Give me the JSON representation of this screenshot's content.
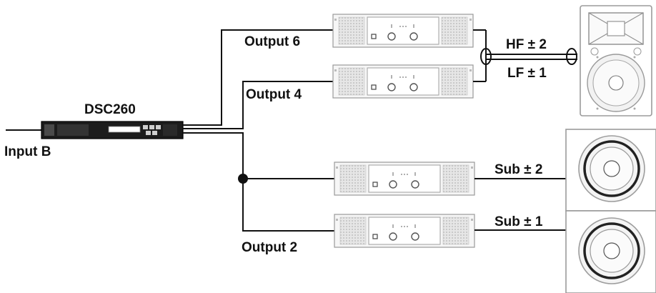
{
  "diagram": {
    "processor": {
      "label": "DSC260"
    },
    "input": {
      "label": "Input B"
    },
    "outputs": {
      "output6": "Output 6",
      "output4": "Output 4",
      "output2": "Output 2"
    },
    "links": {
      "hf": "HF ± 2",
      "lf": "LF ± 1",
      "sub2": "Sub ± 2",
      "sub1": "Sub ± 1"
    }
  }
}
